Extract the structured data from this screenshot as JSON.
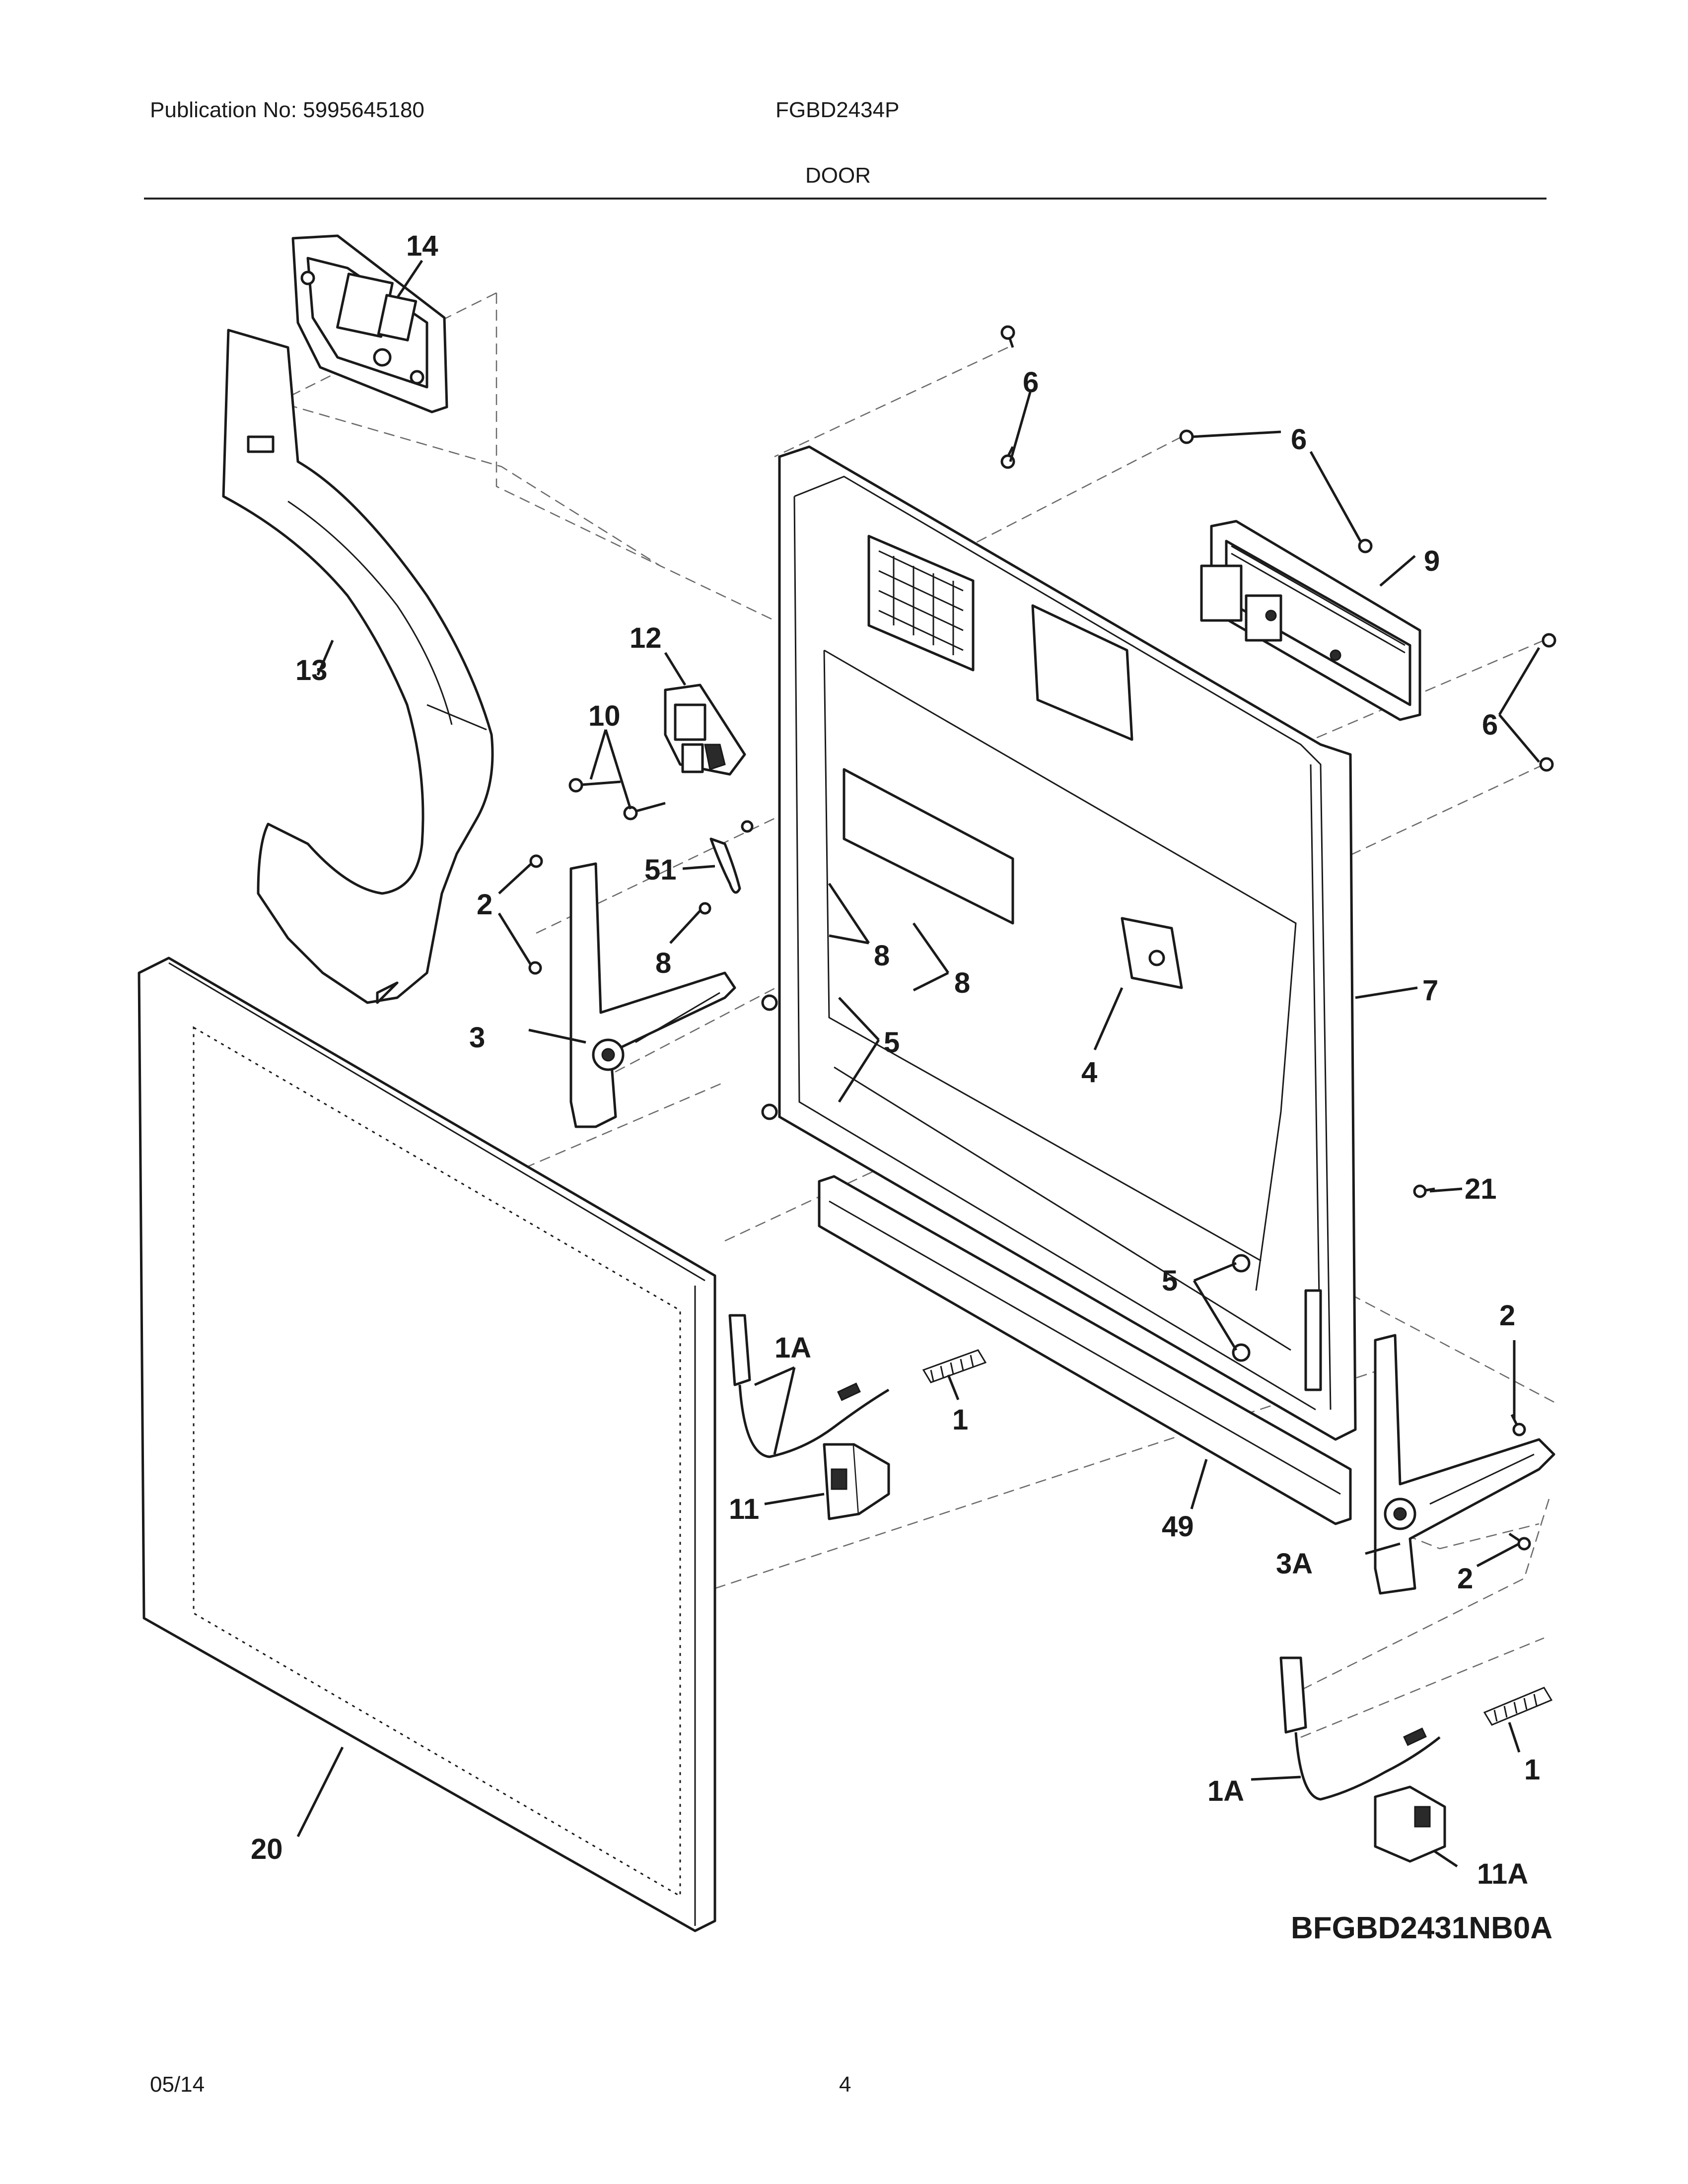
{
  "header": {
    "publication": "Publication No: 5995645180",
    "model": "FGBD2434P",
    "section": "DOOR"
  },
  "footer": {
    "date": "05/14",
    "page": "4"
  },
  "diagram": {
    "code": "BFGBD2431NB0A",
    "labels": {
      "p14": "14",
      "p13": "13",
      "p12": "12",
      "p10": "10",
      "p51": "51",
      "p2a": "2",
      "p8a": "8",
      "p8b": "8",
      "p8c": "8",
      "p3": "3",
      "p6a": "6",
      "p6b": "6",
      "p6c": "6",
      "p9": "9",
      "p7": "7",
      "p4": "4",
      "p5a": "5",
      "p5b": "5",
      "p21": "21",
      "p1a_a": "1A",
      "p1_a": "1",
      "p11": "11",
      "p49": "49",
      "p2b": "2",
      "p2c": "2",
      "p3a": "3A",
      "p20": "20",
      "p1a_b": "1A",
      "p1_b": "1",
      "p11a": "11A"
    }
  }
}
